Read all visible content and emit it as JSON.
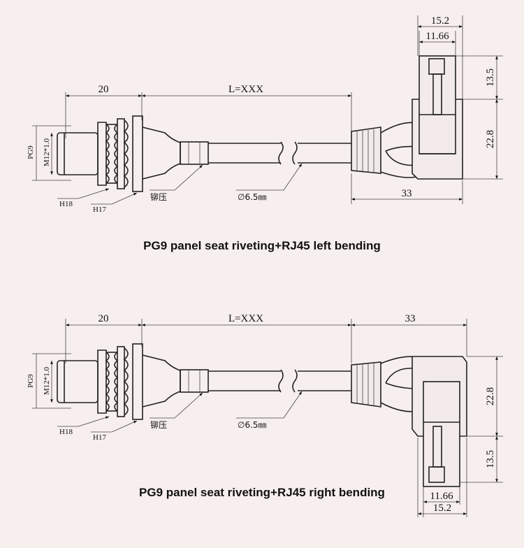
{
  "top": {
    "caption": "PG9 panel seat riveting+RJ45 left bending",
    "dim_20": "20",
    "dim_l": "L=XXX",
    "dim_w1": "15.2",
    "dim_w2": "11.66",
    "dim_h1": "13.5",
    "dim_h2": "22.8",
    "dim_33": "33",
    "pg9": "PG9",
    "m12": "M12*1.0",
    "h18": "H18",
    "h17": "H17",
    "crimp": "铆压",
    "cable": "∅6.5㎜"
  },
  "bottom": {
    "caption": "PG9 panel seat riveting+RJ45 right bending",
    "dim_20": "20",
    "dim_l": "L=XXX",
    "dim_33": "33",
    "dim_h2": "22.8",
    "dim_h1": "13.5",
    "dim_w2": "11.66",
    "dim_w1": "15.2",
    "pg9": "PG9",
    "m12": "M12*1.0",
    "h18": "H18",
    "h17": "H17",
    "crimp": "铆压",
    "cable": "∅6.5㎜"
  }
}
